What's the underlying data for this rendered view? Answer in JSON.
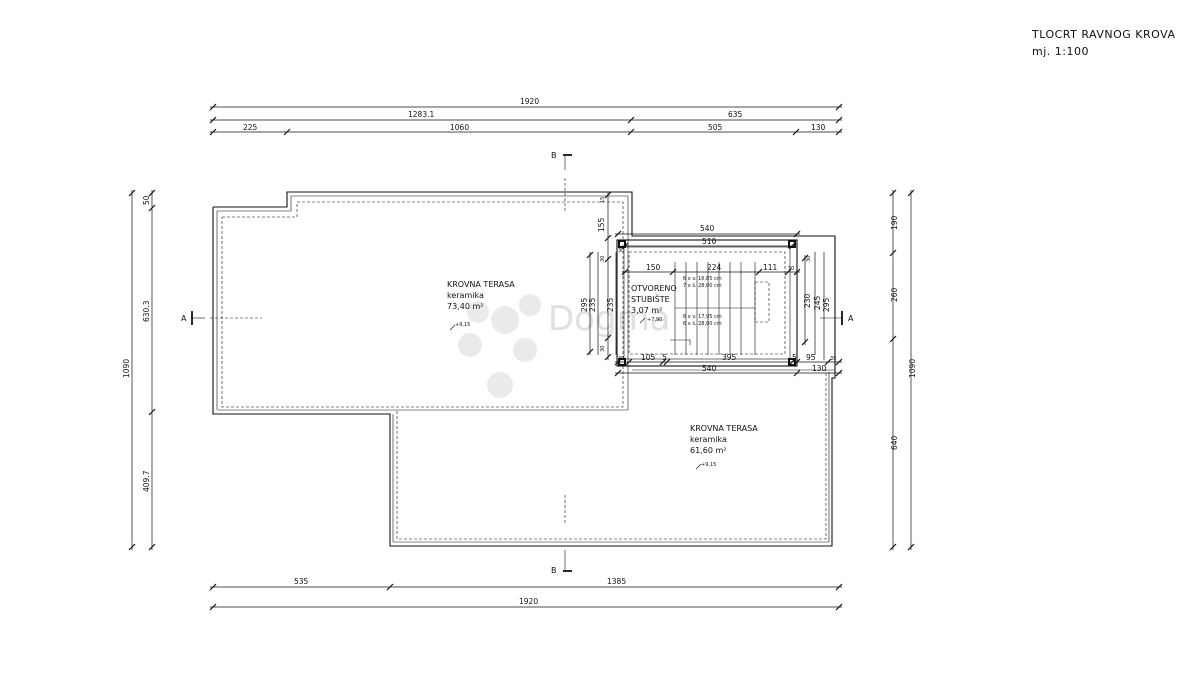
{
  "title": {
    "line1": "TLOCRT RAVNOG KROVA",
    "line2": "mj. 1:100"
  },
  "watermark": {
    "text": "Dogma"
  },
  "rooms": {
    "terrace1": {
      "name": "KROVNA TERASA",
      "material": "keramika",
      "area": "73,40 m²",
      "level": "+9,15"
    },
    "terrace2": {
      "name": "KROVNA TERASA",
      "material": "keramika",
      "area": "61,60 m²",
      "level": "+9,15"
    },
    "stairs": {
      "name1": "OTVORENO",
      "name2": "STUBIŠTE",
      "area": "3,07 m²",
      "level": "+7,90"
    },
    "stair_note1a": "6 x v. 16,85 cm",
    "stair_note1b": "7 x š. 28,00 cm",
    "stair_note2a": "6 x v. 17,95 cm",
    "stair_note2b": "6 x š. 28,00 cm"
  },
  "sections": {
    "a_left": "A",
    "a_right": "A",
    "b_top": "B",
    "b_bottom": "B"
  },
  "dims": {
    "top_total": "1920",
    "top_a1": "1283.1",
    "top_a2": "635",
    "top_b1": "225",
    "top_b2": "1060",
    "top_b3": "505",
    "top_b4": "130",
    "bottom_a1": "535",
    "bottom_a2": "1385",
    "bottom_total": "1920",
    "left_total": "1090",
    "left_a1": "50",
    "left_a2": "630.3",
    "left_a3": "409.7",
    "right_total": "1090",
    "right_a1": "190",
    "right_a2": "260",
    "right_a3": "640",
    "st_540_top": "540",
    "st_510": "510",
    "st_150": "150",
    "st_224": "224",
    "st_111": "111",
    "st_30a": "30",
    "st_30b": "30",
    "st_30c": "30",
    "st_30d": "30",
    "st_30e": "30",
    "st_30f": "30",
    "st_155": "155",
    "st_15": "15",
    "st_295": "295",
    "st_235a": "235",
    "st_235b": "235",
    "st_230": "230",
    "st_245": "245",
    "st_295r": "295",
    "st_105": "105",
    "st_5a": "5",
    "st_395": "395",
    "st_5b": "5",
    "st_95": "95",
    "st_35": "35",
    "st_540_bot": "540",
    "st_130": "130"
  }
}
